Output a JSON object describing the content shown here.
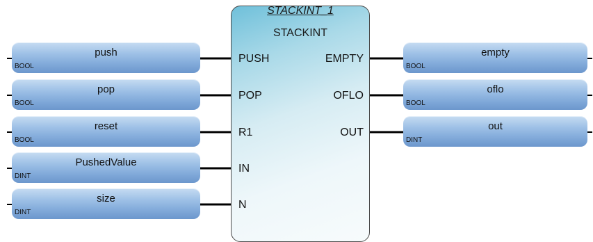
{
  "block": {
    "instance_name": "STACKINT_1",
    "type_name": "STACKINT",
    "inputs": [
      "PUSH",
      "POP",
      "R1",
      "IN",
      "N"
    ],
    "outputs": [
      "EMPTY",
      "OFLO",
      "OUT"
    ]
  },
  "input_variables": [
    {
      "name": "push",
      "type": "BOOL"
    },
    {
      "name": "pop",
      "type": "BOOL"
    },
    {
      "name": "reset",
      "type": "BOOL"
    },
    {
      "name": "PushedValue",
      "type": "DINT"
    },
    {
      "name": "size",
      "type": "DINT"
    }
  ],
  "output_variables": [
    {
      "name": "empty",
      "type": "BOOL"
    },
    {
      "name": "oflo",
      "type": "BOOL"
    },
    {
      "name": "out",
      "type": "DINT"
    }
  ],
  "colors": {
    "block_accent": "#6fc0da",
    "variable_fill": "#9dc0e6",
    "wire": "#000000"
  }
}
